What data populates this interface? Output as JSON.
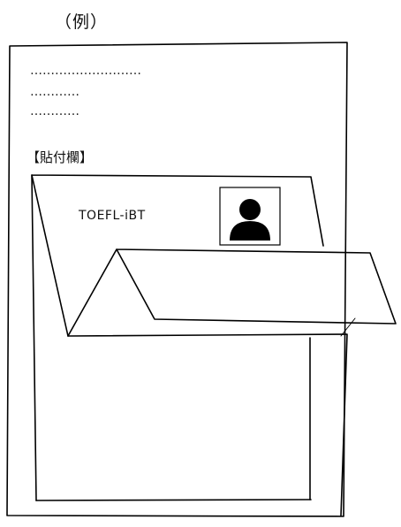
{
  "example_label": "（例）",
  "dotted_lines": [
    "………………………",
    "…………",
    "…………"
  ],
  "attach_label": "【貼付欄】",
  "test_name": "TOEFL-iBT",
  "icons": {
    "photo": "person-silhouette-icon"
  }
}
